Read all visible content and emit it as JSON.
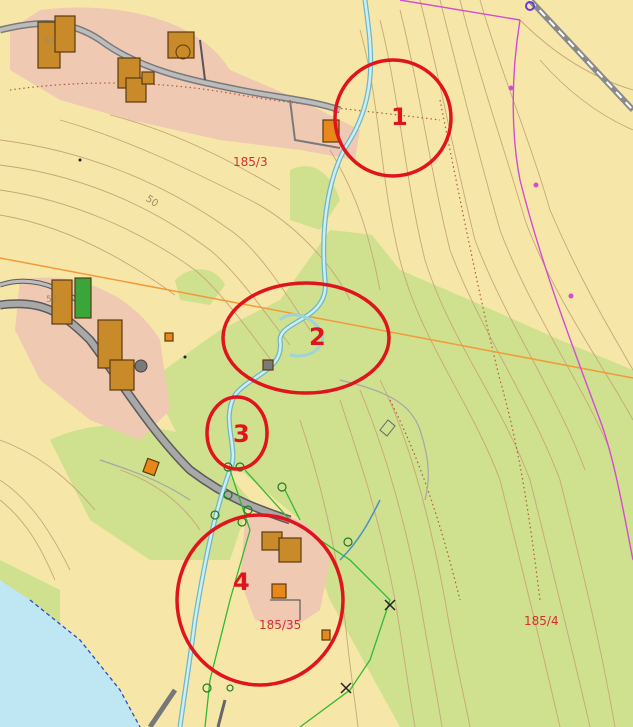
{
  "markers": [
    {
      "label": "1"
    },
    {
      "label": "2"
    },
    {
      "label": "3"
    },
    {
      "label": "4"
    }
  ],
  "parcels": [
    {
      "label": "185/3"
    },
    {
      "label": "185/4"
    },
    {
      "label": "185/35"
    }
  ],
  "contour_labels": [
    {
      "label": "50"
    },
    {
      "label": "67"
    },
    {
      "label": "57"
    }
  ],
  "colors": {
    "base": "#f6e7a8",
    "forest": "#cfe08e",
    "yard": "#f0c9b3",
    "building": "#c98a2a",
    "building_outline": "#5a3a10",
    "road": "#8a8a8a",
    "stream": "#9fd3da",
    "contour": "#c7a77a",
    "power_line": "#f29a3a",
    "boundary": "#d44bd4",
    "utility_line": "#33b833",
    "marker": "#e0141c",
    "water": "#bfe6f3"
  }
}
